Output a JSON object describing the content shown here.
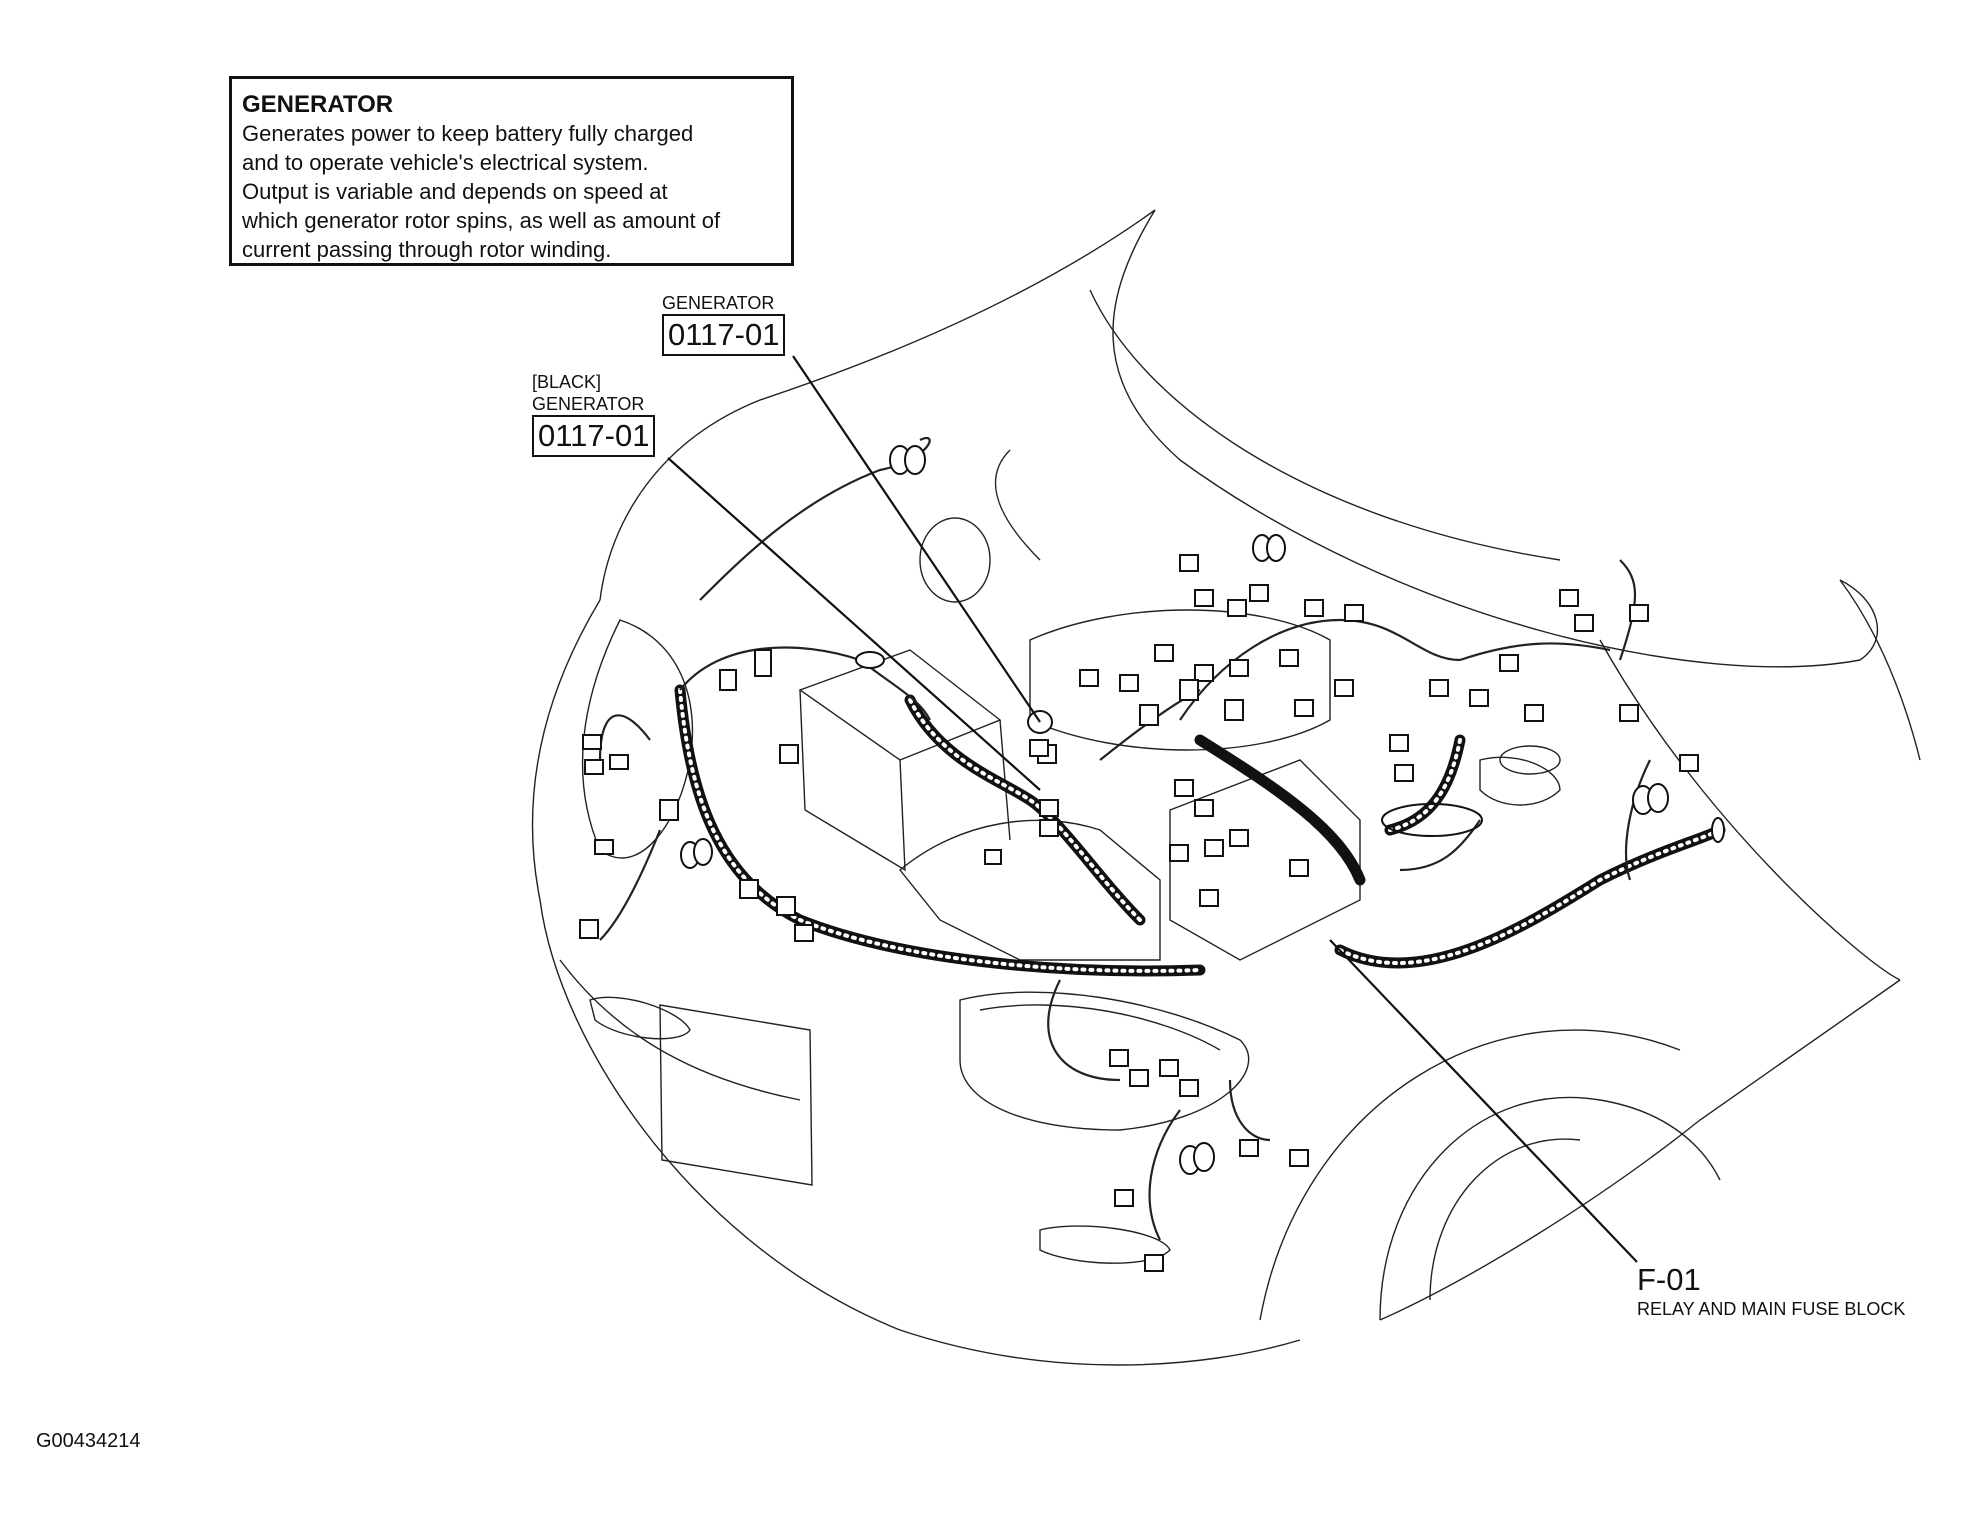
{
  "info_box": {
    "title": "GENERATOR",
    "lines": [
      "Generates power to keep battery fully charged",
      "and to operate vehicle's electrical system.",
      "Output is variable and depends on speed at",
      "which generator rotor spins, as well as amount of",
      "current passing through rotor winding."
    ]
  },
  "callouts": {
    "generator_upper": {
      "label": "GENERATOR",
      "code": "0117-01"
    },
    "generator_lower": {
      "label_color": "[BLACK]",
      "label": "GENERATOR",
      "code": "0117-01"
    },
    "fuse_block": {
      "code": "F-01",
      "name": "RELAY AND MAIN FUSE BLOCK"
    }
  },
  "figure_id": "G00434214"
}
